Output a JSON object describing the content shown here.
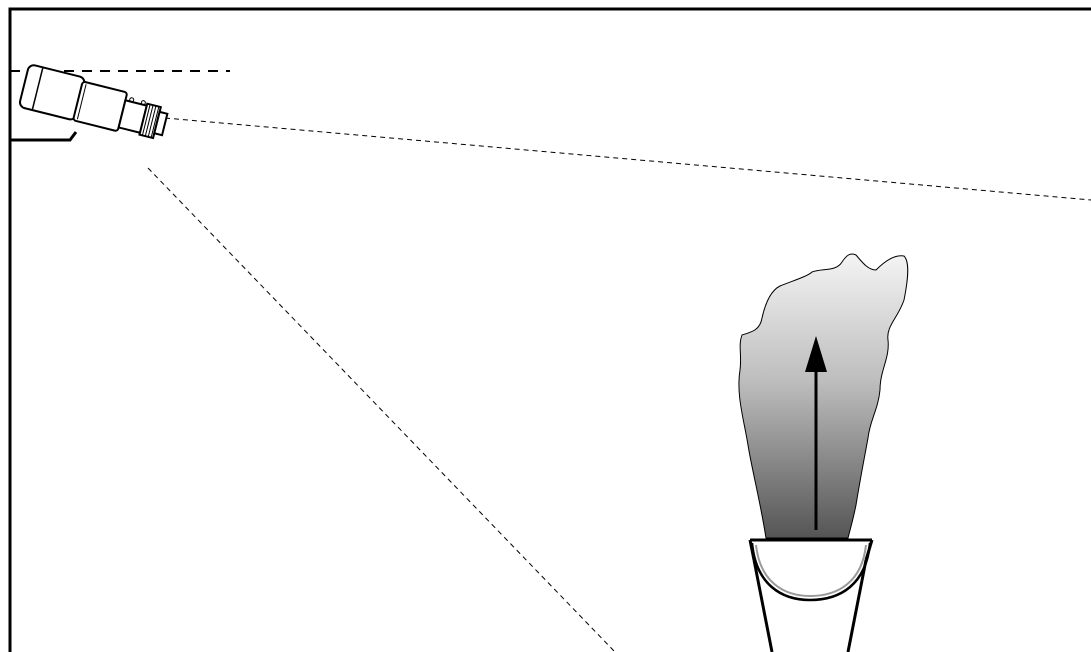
{
  "diagram": {
    "elements": [
      {
        "id": "room-outline",
        "kind": "line-frame"
      },
      {
        "id": "ceiling-reference",
        "kind": "dashed-line"
      },
      {
        "id": "camera",
        "kind": "icon",
        "icon": "security-camera-icon"
      },
      {
        "id": "field-of-view-upper",
        "kind": "dotted-line"
      },
      {
        "id": "field-of-view-lower",
        "kind": "dotted-line"
      },
      {
        "id": "smoke-plume",
        "kind": "shape"
      },
      {
        "id": "smoke-rise-arrow",
        "kind": "icon",
        "icon": "arrow-up-icon"
      },
      {
        "id": "smoke-source-container",
        "kind": "shape"
      }
    ],
    "colors": {
      "stroke": "#000000",
      "background": "#ffffff",
      "smoke_top": "#f4f4f4",
      "smoke_bottom": "#5a5a5a",
      "bowl_fill": "#9a9a9a"
    }
  }
}
